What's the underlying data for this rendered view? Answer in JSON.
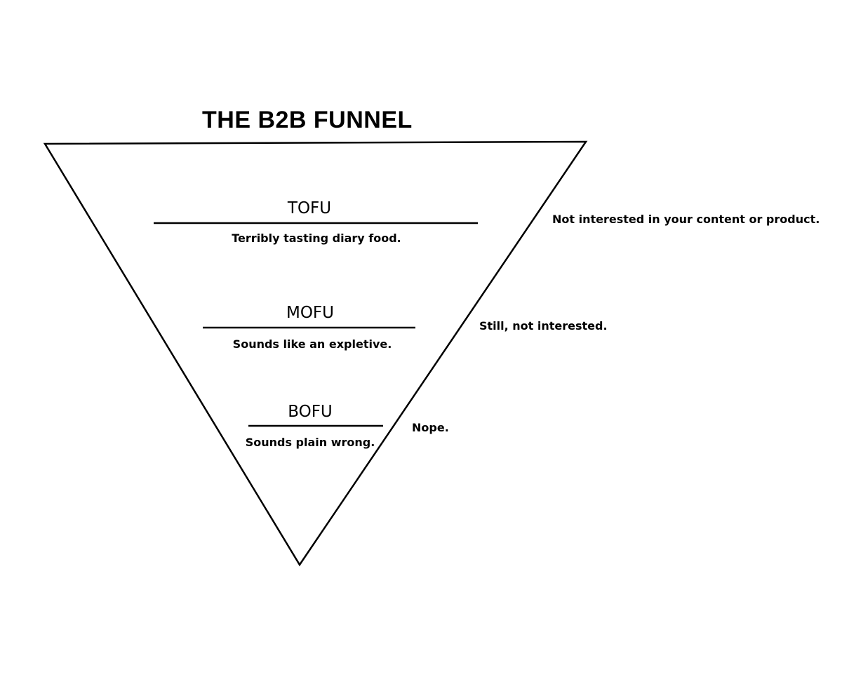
{
  "title": "THE B2B FUNNEL",
  "colors": {
    "stroke": "#000000",
    "background": "#ffffff",
    "text": "#000000"
  },
  "stages": [
    {
      "label": "TOFU",
      "description": "Terribly tasting diary food.",
      "note": "Not interested in your content or product."
    },
    {
      "label": "MOFU",
      "description": "Sounds like an expletive.",
      "note": "Still, not interested."
    },
    {
      "label": "BOFU",
      "description": "Sounds plain wrong.",
      "note": "Nope."
    }
  ]
}
